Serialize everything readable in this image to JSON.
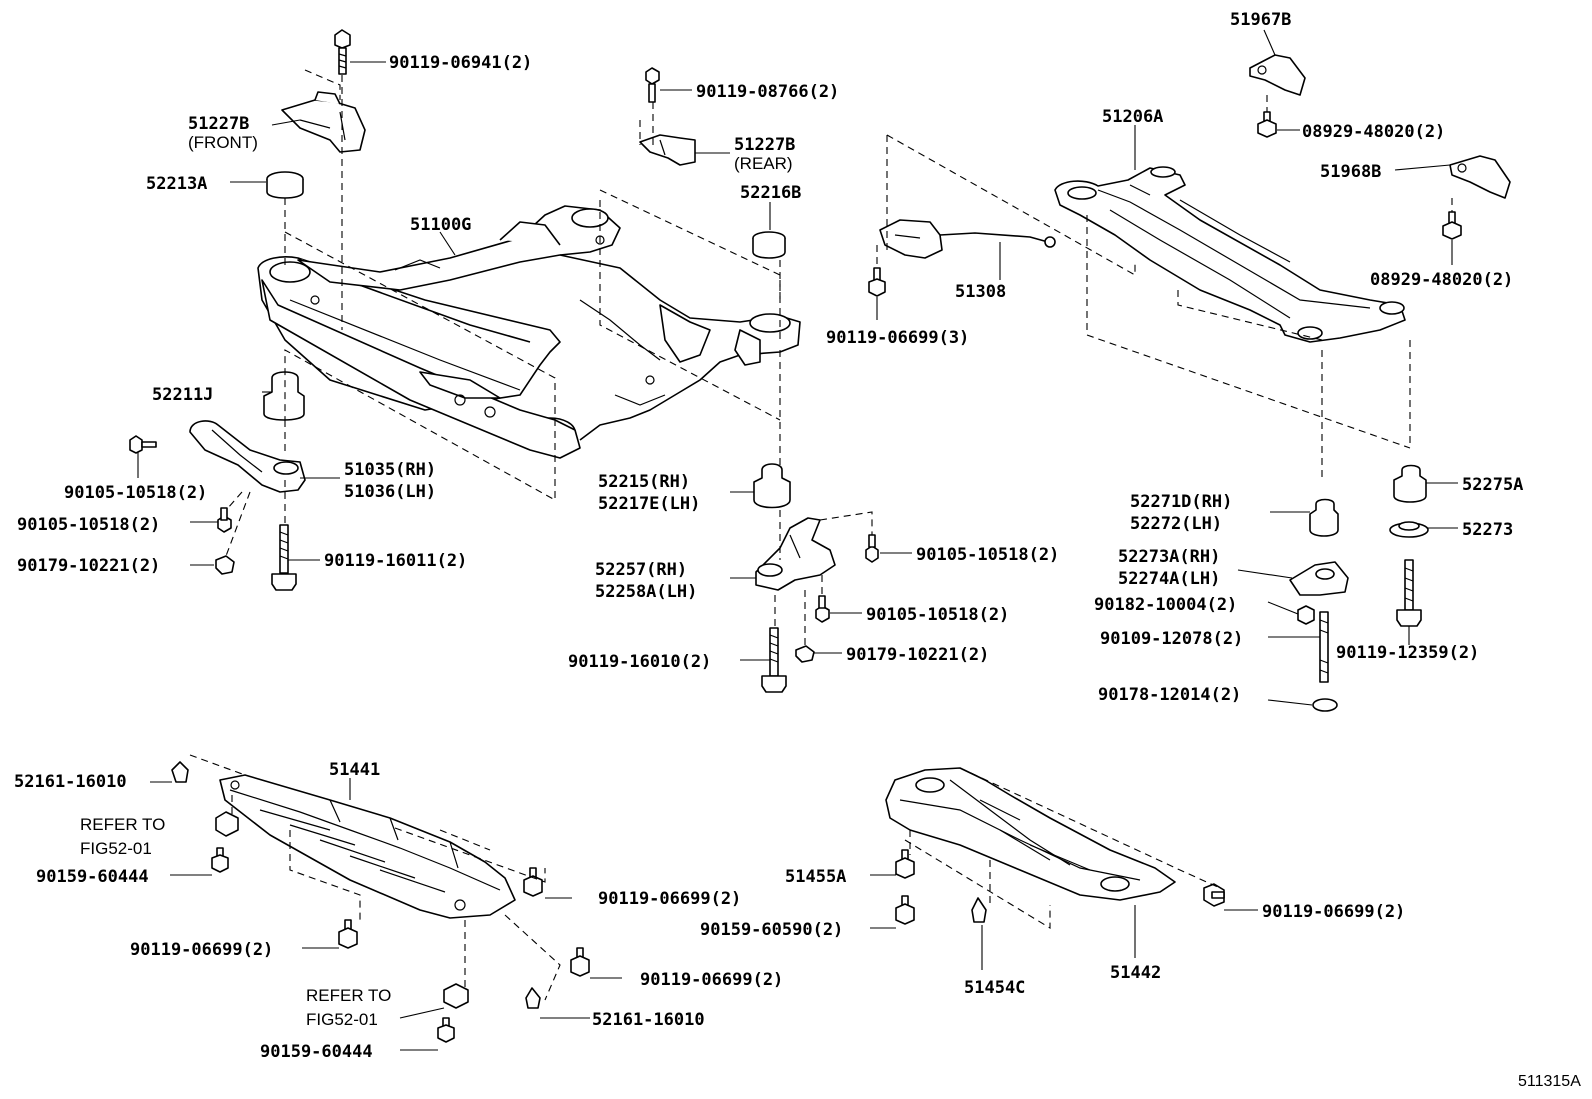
{
  "diagram_id": "511315A",
  "labels": {
    "l_9011906941": "90119-06941(2)",
    "l_51227B_front": "51227B",
    "l_front": "(FRONT)",
    "l_52213A": "52213A",
    "l_51100G": "51100G",
    "l_9011908766": "90119-08766(2)",
    "l_51227B_rear": "51227B",
    "l_rear": "(REAR)",
    "l_52216B": "52216B",
    "l_52211J": "52211J",
    "l_9010510518_a": "90105-10518(2)",
    "l_51035": "51035(RH)",
    "l_51036": "51036(LH)",
    "l_9010510518_b": "90105-10518(2)",
    "l_9017910221_a": "90179-10221(2)",
    "l_9011916011": "90119-16011(2)",
    "l_52215": "52215(RH)",
    "l_52217E": "52217E(LH)",
    "l_9010510518_c": "90105-10518(2)",
    "l_52257": "52257(RH)",
    "l_52258A": "52258A(LH)",
    "l_9010510518_d": "90105-10518(2)",
    "l_9011916010": "90119-16010(2)",
    "l_9017910221_b": "90179-10221(2)",
    "l_51967B": "51967B",
    "l_51206A": "51206A",
    "l_0892948020_a": "08929-48020(2)",
    "l_51968B": "51968B",
    "l_0892948020_b": "08929-48020(2)",
    "l_51308": "51308",
    "l_9011906699_3": "90119-06699(3)",
    "l_52275A": "52275A",
    "l_52271D": "52271D(RH)",
    "l_52272": "52272(LH)",
    "l_52273": "52273",
    "l_52273A": "52273A(RH)",
    "l_52274A": "52274A(LH)",
    "l_9018210004": "90182-10004(2)",
    "l_9010912078": "90109-12078(2)",
    "l_9011912359": "90119-12359(2)",
    "l_9017812014": "90178-12014(2)",
    "l_5216116010_a": "52161-16010",
    "l_51441": "51441",
    "l_referto_a": "REFER TO",
    "l_fig_a": "FIG52-01",
    "l_9015960444_a": "90159-60444",
    "l_9011906699_a": "90119-06699(2)",
    "l_9011906699_b": "90119-06699(2)",
    "l_9011906699_c": "90119-06699(2)",
    "l_referto_b": "REFER TO",
    "l_fig_b": "FIG52-01",
    "l_5216116010_b": "52161-16010",
    "l_9015960444_b": "90159-60444",
    "l_51455A": "51455A",
    "l_9015960590": "90159-60590(2)",
    "l_51454C": "51454C",
    "l_51442": "51442",
    "l_9011906699_d": "90119-06699(2)"
  }
}
